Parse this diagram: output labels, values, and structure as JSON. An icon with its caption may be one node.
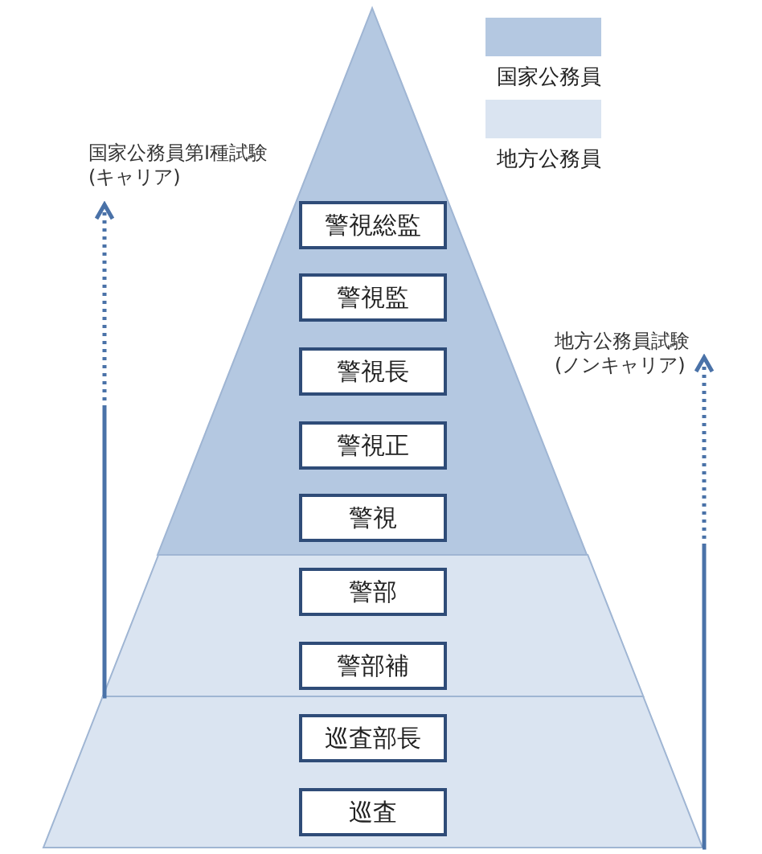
{
  "diagram": {
    "nodes": [
      {
        "text": [],
        "shape": "triangle"
      },
      {
        "text": [
          "警視総監"
        ],
        "in": 0
      },
      {
        "text": [
          "警視監"
        ],
        "in": 0
      },
      {
        "text": [
          "警視長"
        ],
        "in": 0
      },
      {
        "text": [
          "警視正"
        ],
        "in": 0
      },
      {
        "text": [
          "警視"
        ],
        "in": 0
      },
      {
        "text": [],
        "shape": "band"
      },
      {
        "text": [
          "警部"
        ],
        "in": 6
      },
      {
        "text": [
          "警部補"
        ],
        "in": 6
      },
      {
        "text": [],
        "shape": "band"
      },
      {
        "text": [
          "巡査部長"
        ],
        "in": 9
      },
      {
        "text": [
          "巡査"
        ],
        "in": 9
      },
      {
        "text": [
          "国家公務員第Ⅰ種試験(キャリア)"
        ]
      },
      {
        "text": [
          "地方公務員試験(ノンキャリア)"
        ]
      }
    ],
    "edges": [
      {
        "from": 6,
        "to": 12,
        "arrow": "to",
        "style": "dashed"
      },
      {
        "from": 9,
        "to": 13,
        "arrow": "to",
        "style": "dashed"
      }
    ],
    "legend": [
      {
        "text": "国家公務員",
        "color": "#b4c8e1"
      },
      {
        "text": "地方公務員",
        "color": "#dae4f1"
      }
    ]
  }
}
